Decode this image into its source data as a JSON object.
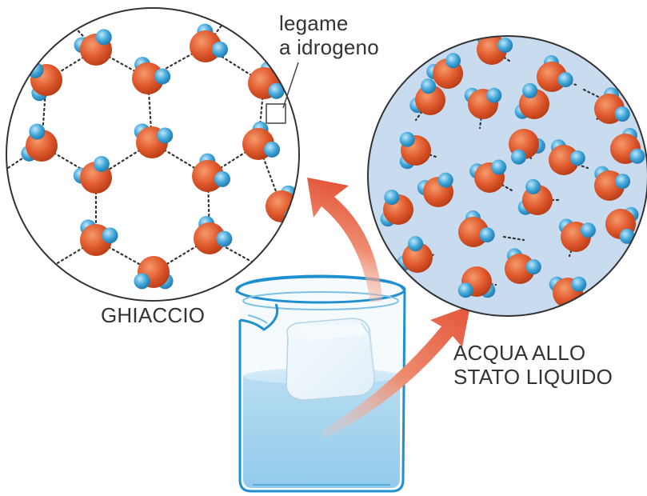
{
  "labels": {
    "hydrogen_bond_line1": "legame",
    "hydrogen_bond_line2": "a idrogeno",
    "ice": "GHIACCIO",
    "liquid_line1": "ACQUA ALLO",
    "liquid_line2": "STATO LIQUIDO"
  },
  "colors": {
    "oxygen": "#e05a2e",
    "hydrogen": "#3fa6d9",
    "liquid_background": "#c9dcef",
    "ice_background": "#ffffff",
    "water_in_beaker": "#a9d5ef",
    "arrow": "#e4553a"
  }
}
